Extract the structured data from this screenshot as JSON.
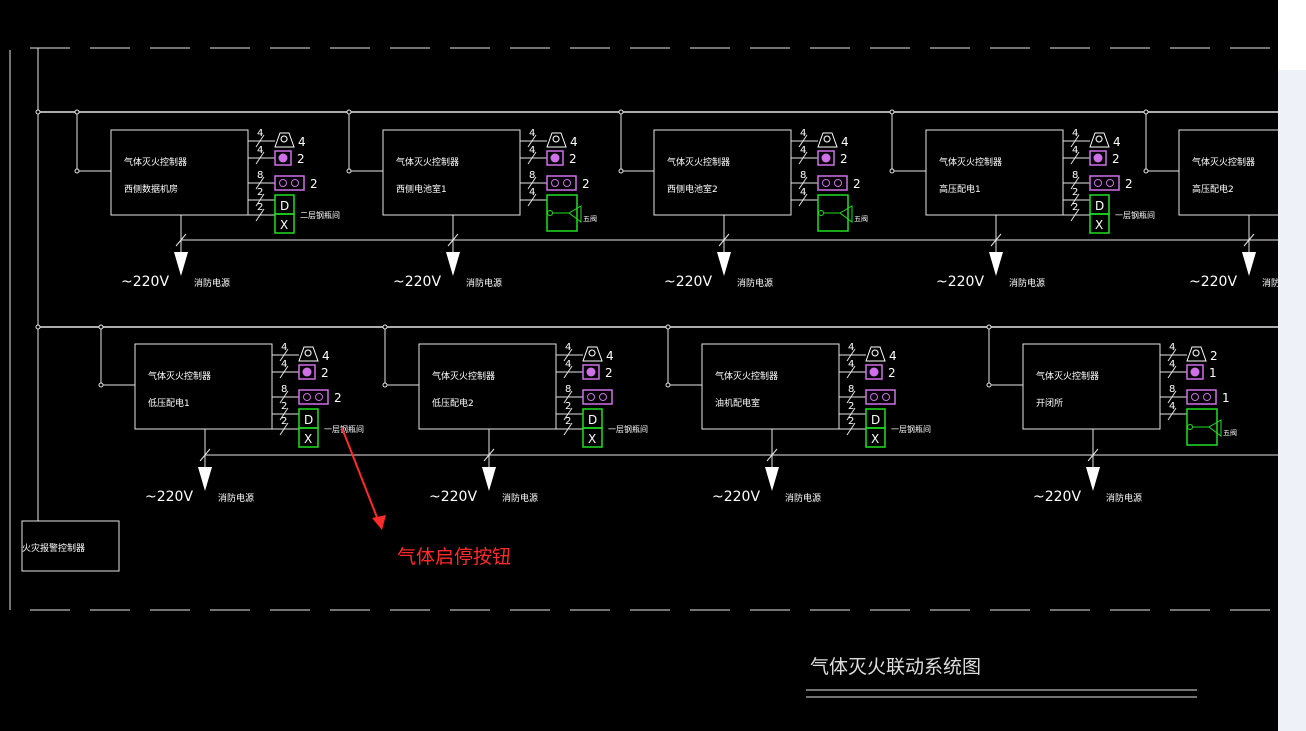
{
  "controller_label": "气体灭火控制器",
  "power_voltage": "~220V",
  "power_label": "消防电源",
  "alarm_controller": "火灾报警控制器",
  "callout": "气体启停按钮",
  "drawing_title": "气体灭火联动系统图",
  "colors": {
    "line": "#e6e6e6",
    "purple": "#d070e8",
    "green": "#22dd22",
    "callout": "#ff2a2a"
  },
  "rows": [
    {
      "modules": [
        {
          "room": "西侧数据机房",
          "light": {
            "wires": "4",
            "count": "4"
          },
          "sounder": {
            "wires": "4",
            "count": "2"
          },
          "button": {
            "wires": "8",
            "count": "2"
          },
          "end": {
            "type": "dx",
            "wires": [
              "2",
              "2"
            ],
            "label": "二层钢瓶间",
            "d": "D",
            "x": "X"
          }
        },
        {
          "room": "西侧电池室1",
          "light": {
            "wires": "4",
            "count": "4"
          },
          "sounder": {
            "wires": "4",
            "count": "2"
          },
          "button": {
            "wires": "8",
            "count": "2"
          },
          "end": {
            "type": "valve",
            "wires": [
              "4"
            ],
            "label": "五阀"
          }
        },
        {
          "room": "西侧电池室2",
          "light": {
            "wires": "4",
            "count": "4"
          },
          "sounder": {
            "wires": "4",
            "count": "2"
          },
          "button": {
            "wires": "8",
            "count": "2"
          },
          "end": {
            "type": "valve",
            "wires": [
              "4"
            ],
            "label": "五阀"
          }
        },
        {
          "room": "高压配电1",
          "light": {
            "wires": "4",
            "count": "4"
          },
          "sounder": {
            "wires": "4",
            "count": "2"
          },
          "button": {
            "wires": "8",
            "count": "2"
          },
          "end": {
            "type": "dx",
            "wires": [
              "2",
              "2"
            ],
            "label": "一层钢瓶间",
            "d": "D",
            "x": "X"
          }
        },
        {
          "room": "高压配电2",
          "partial": true
        }
      ]
    },
    {
      "modules": [
        {
          "room": "低压配电1",
          "light": {
            "wires": "4",
            "count": "4"
          },
          "sounder": {
            "wires": "4",
            "count": "2"
          },
          "button": {
            "wires": "8",
            "count": "2"
          },
          "end": {
            "type": "dx",
            "wires": [
              "2",
              "2"
            ],
            "label": "一层钢瓶间",
            "d": "D",
            "x": "X"
          }
        },
        {
          "room": "低压配电2",
          "light": {
            "wires": "4",
            "count": "4"
          },
          "sounder": {
            "wires": "4",
            "count": "2"
          },
          "button": {
            "wires": "8",
            "count": ""
          },
          "end": {
            "type": "dx",
            "wires": [
              "2",
              "2"
            ],
            "label": "一层钢瓶间",
            "d": "D",
            "x": "X"
          }
        },
        {
          "room": "油机配电室",
          "light": {
            "wires": "4",
            "count": "4"
          },
          "sounder": {
            "wires": "4",
            "count": "2"
          },
          "button": {
            "wires": "8",
            "count": ""
          },
          "end": {
            "type": "dx",
            "wires": [
              "2",
              "2"
            ],
            "label": "一层钢瓶间",
            "d": "D",
            "x": "X"
          }
        },
        {
          "room": "开闭所",
          "light": {
            "wires": "4",
            "count": "2"
          },
          "sounder": {
            "wires": "4",
            "count": "1"
          },
          "button": {
            "wires": "8",
            "count": "1"
          },
          "end": {
            "type": "valve",
            "wires": [
              "4"
            ],
            "label": "五阀"
          }
        }
      ]
    }
  ]
}
